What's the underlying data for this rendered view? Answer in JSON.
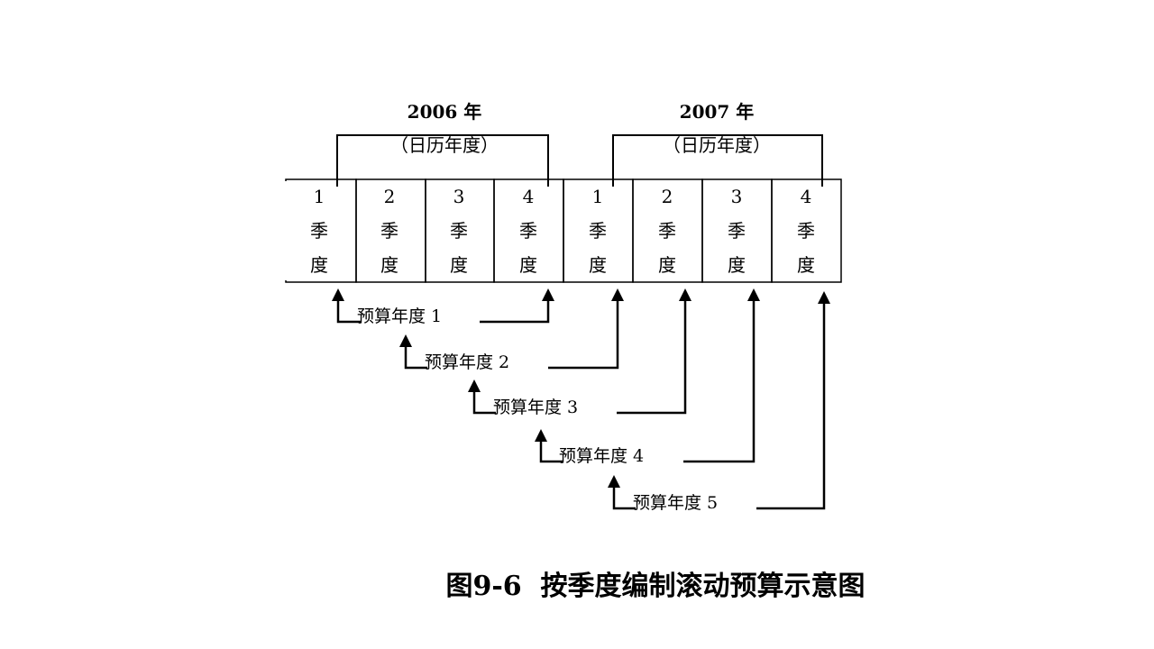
{
  "years": [
    {
      "year_label": "2006 年",
      "calendar_label": "（日历年度）"
    },
    {
      "year_label": "2007 年",
      "calendar_label": "（日历年度）"
    }
  ],
  "quarters": [
    {
      "number": "1",
      "char1": "季",
      "char2": "度"
    },
    {
      "number": "2",
      "char1": "季",
      "char2": "度"
    },
    {
      "number": "3",
      "char1": "季",
      "char2": "度"
    },
    {
      "number": "4",
      "char1": "季",
      "char2": "度"
    },
    {
      "number": "1",
      "char1": "季",
      "char2": "度"
    },
    {
      "number": "2",
      "char1": "季",
      "char2": "度"
    },
    {
      "number": "3",
      "char1": "季",
      "char2": "度"
    },
    {
      "number": "4",
      "char1": "季",
      "char2": "度"
    }
  ],
  "budget_years": [
    {
      "label": "预算年度 1"
    },
    {
      "label": "预算年度 2"
    },
    {
      "label": "预算年度 3"
    },
    {
      "label": "预算年度 4"
    },
    {
      "label": "预算年度 5"
    }
  ],
  "caption": "图9-6  按季度编制滚动预算示意图"
}
